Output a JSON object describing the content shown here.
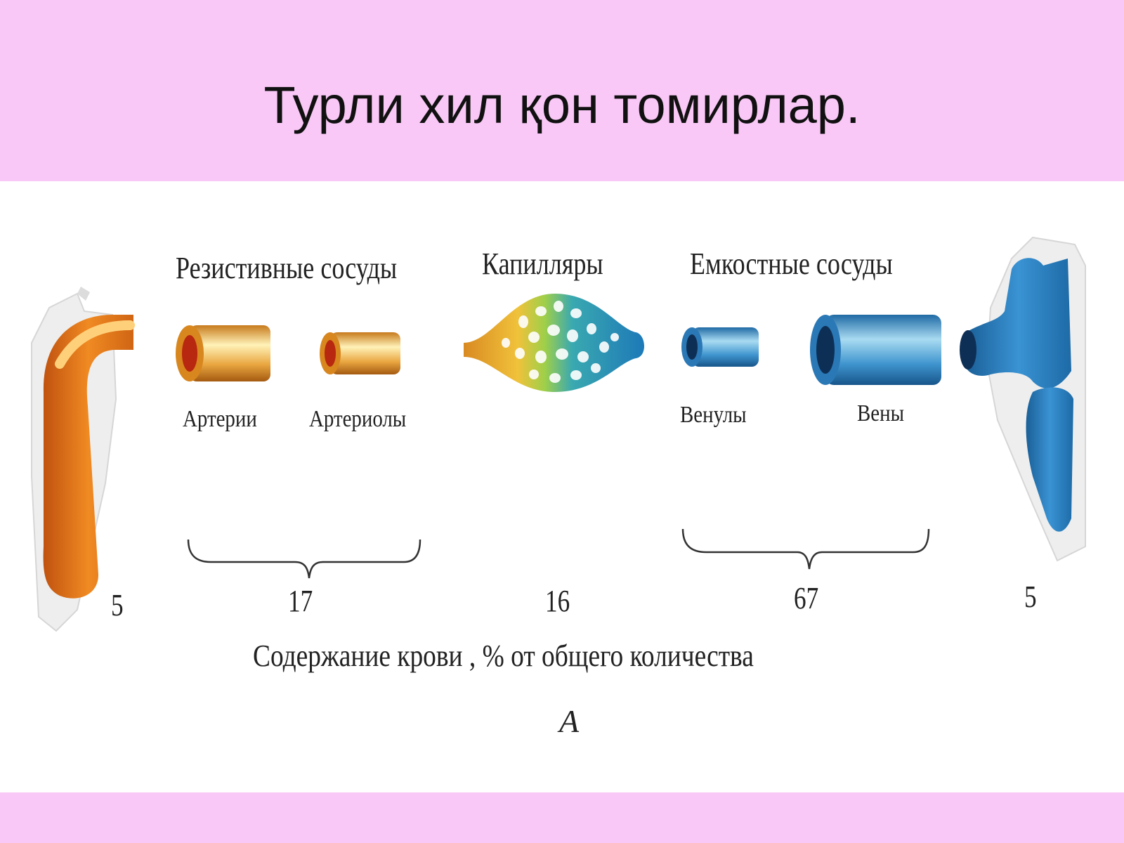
{
  "title": "Турли хил қон томирлар.",
  "groups": {
    "resistive": "Резистивные сосуды",
    "capillaries": "Капилляры",
    "capacitive": "Емкостные сосуды"
  },
  "vessels": {
    "arteries": "Артерии",
    "arterioles": "Артериолы",
    "venules": "Венулы",
    "veins": "Вены"
  },
  "blood_content": {
    "heart_left": "5",
    "resistive": "17",
    "capillaries": "16",
    "capacitive": "67",
    "heart_right": "5"
  },
  "caption": "Содержание крови ,  % от  общего количества",
  "panel_label": "А",
  "colors": {
    "band": "#f9c8f6",
    "arterial": "#e8a030",
    "venous": "#3a8fcf"
  }
}
